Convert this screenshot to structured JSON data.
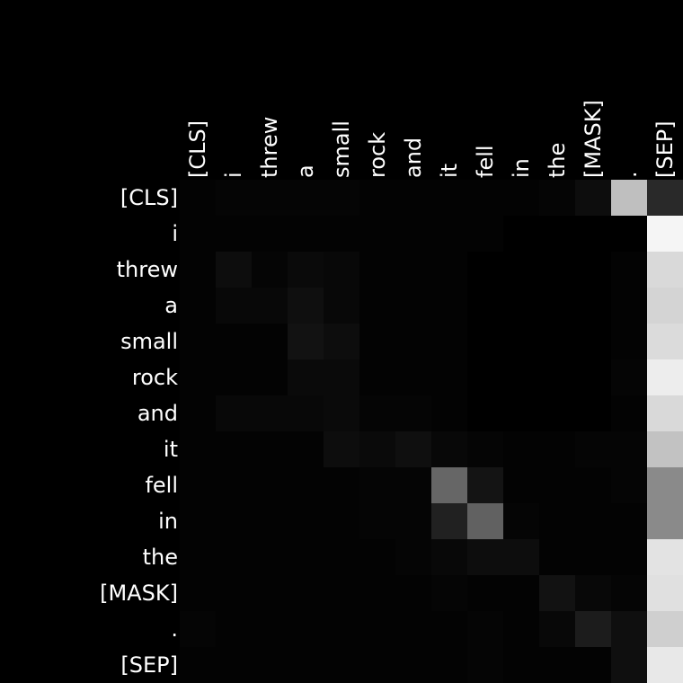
{
  "chart_data": {
    "type": "heatmap",
    "title": "",
    "xlabel": "",
    "ylabel": "",
    "colormap": "grayscale (black = 0, white = 1)",
    "value_range": [
      0,
      1
    ],
    "x_tokens": [
      "[CLS]",
      "i",
      "threw",
      "a",
      "small",
      "rock",
      "and",
      "it",
      "fell",
      "in",
      "the",
      "[MASK]",
      ".",
      "[SEP]"
    ],
    "y_tokens": [
      "[CLS]",
      "i",
      "threw",
      "a",
      "small",
      "rock",
      "and",
      "it",
      "fell",
      "in",
      "the",
      "[MASK]",
      ".",
      "[SEP]"
    ],
    "matrix": [
      [
        0.01,
        0.02,
        0.02,
        0.02,
        0.02,
        0.01,
        0.01,
        0.01,
        0.01,
        0.01,
        0.02,
        0.05,
        0.75,
        0.16
      ],
      [
        0.01,
        0.01,
        0.01,
        0.01,
        0.01,
        0.01,
        0.01,
        0.01,
        0.01,
        0.0,
        0.0,
        0.0,
        0.0,
        0.96
      ],
      [
        0.01,
        0.05,
        0.02,
        0.04,
        0.03,
        0.01,
        0.01,
        0.01,
        0.0,
        0.0,
        0.0,
        0.0,
        0.01,
        0.85
      ],
      [
        0.01,
        0.03,
        0.03,
        0.06,
        0.03,
        0.01,
        0.01,
        0.01,
        0.0,
        0.0,
        0.0,
        0.0,
        0.01,
        0.83
      ],
      [
        0.01,
        0.01,
        0.01,
        0.07,
        0.05,
        0.01,
        0.01,
        0.01,
        0.0,
        0.0,
        0.0,
        0.0,
        0.01,
        0.86
      ],
      [
        0.01,
        0.01,
        0.01,
        0.04,
        0.04,
        0.01,
        0.01,
        0.01,
        0.0,
        0.0,
        0.0,
        0.0,
        0.02,
        0.93
      ],
      [
        0.01,
        0.03,
        0.03,
        0.03,
        0.04,
        0.02,
        0.02,
        0.01,
        0.0,
        0.0,
        0.0,
        0.0,
        0.01,
        0.85
      ],
      [
        0.01,
        0.01,
        0.01,
        0.01,
        0.05,
        0.04,
        0.06,
        0.03,
        0.02,
        0.01,
        0.01,
        0.02,
        0.02,
        0.76
      ],
      [
        0.01,
        0.01,
        0.01,
        0.01,
        0.01,
        0.02,
        0.02,
        0.4,
        0.08,
        0.01,
        0.01,
        0.01,
        0.02,
        0.54
      ],
      [
        0.01,
        0.01,
        0.01,
        0.01,
        0.01,
        0.02,
        0.02,
        0.13,
        0.38,
        0.02,
        0.01,
        0.01,
        0.01,
        0.54
      ],
      [
        0.01,
        0.01,
        0.01,
        0.01,
        0.01,
        0.01,
        0.02,
        0.03,
        0.05,
        0.05,
        0.01,
        0.01,
        0.01,
        0.89
      ],
      [
        0.01,
        0.01,
        0.01,
        0.01,
        0.01,
        0.01,
        0.01,
        0.02,
        0.01,
        0.01,
        0.07,
        0.03,
        0.02,
        0.88
      ],
      [
        0.02,
        0.01,
        0.01,
        0.01,
        0.01,
        0.01,
        0.01,
        0.01,
        0.02,
        0.01,
        0.03,
        0.11,
        0.06,
        0.81
      ],
      [
        0.01,
        0.01,
        0.01,
        0.01,
        0.01,
        0.01,
        0.01,
        0.01,
        0.02,
        0.01,
        0.01,
        0.01,
        0.06,
        0.91
      ]
    ]
  }
}
